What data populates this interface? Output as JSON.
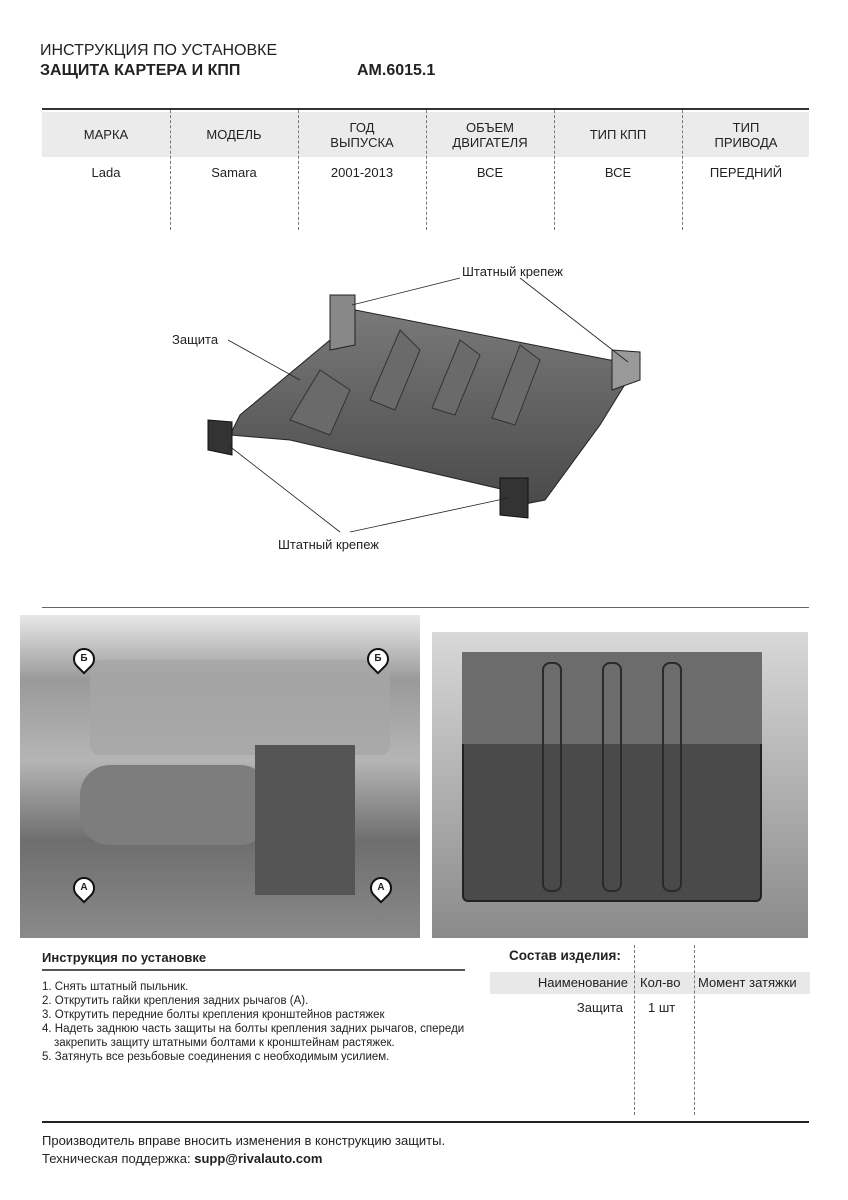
{
  "header": {
    "title": "ИНСТРУКЦИЯ ПО УСТАНОВКЕ",
    "product": "ЗАЩИТА КАРТЕРА И КПП",
    "code": "АМ.6015.1"
  },
  "table": {
    "columns": [
      {
        "header": "МАРКА",
        "value": "Lada"
      },
      {
        "header": "МОДЕЛЬ",
        "value": "Samara"
      },
      {
        "header": "ГОД ВЫПУСКА",
        "value": "2001-2013"
      },
      {
        "header": "ОБЪЕМ ДВИГАТЕЛЯ",
        "value": "ВСЕ"
      },
      {
        "header": "ТИП КПП",
        "value": "ВСЕ"
      },
      {
        "header": "ТИП ПРИВОДА",
        "value": "ПЕРЕДНИЙ"
      }
    ]
  },
  "drawing": {
    "label_top": "Штатный крепеж",
    "label_left": "Защита",
    "label_bottom": "Штатный крепеж"
  },
  "photos": {
    "marker_b": "Б",
    "marker_a": "А"
  },
  "instructions": {
    "title": "Инструкция по установке",
    "steps": [
      "1. Снять штатный пыльник.",
      "2. Открутить гайки крепления задних рычагов (А).",
      "3. Открутить передние болты крепления кронштейнов растяжек",
      "4. Надеть заднюю часть защиты на болты крепления задних рычагов, спереди закрепить защиту штатными болтами к кронштейнам растяжек.",
      "5. Затянуть все резьбовые соединения с необходимым усилием."
    ]
  },
  "composition": {
    "title": "Состав изделия:",
    "headers": [
      "Наименование",
      "Кол-во",
      "Момент затяжки"
    ],
    "rows": [
      [
        "Защита",
        "1 шт",
        ""
      ]
    ]
  },
  "footer": {
    "note": "Производитель вправе вносить изменения в конструкцию защиты.",
    "support_label": "Техническая поддержка:",
    "email": "supp@rivalauto.com"
  }
}
